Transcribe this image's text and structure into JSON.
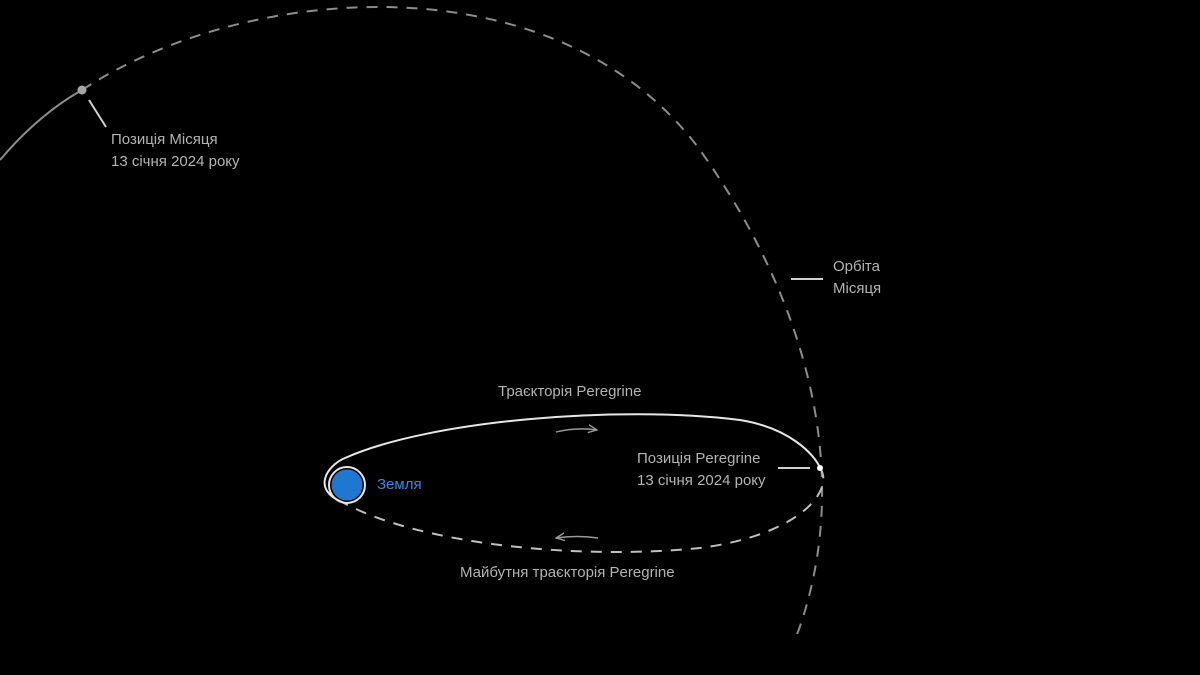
{
  "labels": {
    "moon_position": {
      "line1": "Позиція Місяця",
      "line2": "13 січня 2024 року"
    },
    "moon_orbit": {
      "line1": "Орбіта",
      "line2": "Місяця"
    },
    "trajectory": "Траєкторія Peregrine",
    "peregrine_position": {
      "line1": "Позиція Peregrine",
      "line2": "13 січня 2024 року"
    },
    "future_trajectory": "Майбутня траєкторія Peregrine",
    "earth": "Земля"
  },
  "colors": {
    "background": "#000000",
    "label_text": "#b3b3b3",
    "orbit_line": "#8c8c8c",
    "trajectory_line": "#e6e6e6",
    "future_trajectory_line": "#bfbfbf",
    "earth_fill": "#1e78d2",
    "earth_label": "#2f8be6"
  }
}
